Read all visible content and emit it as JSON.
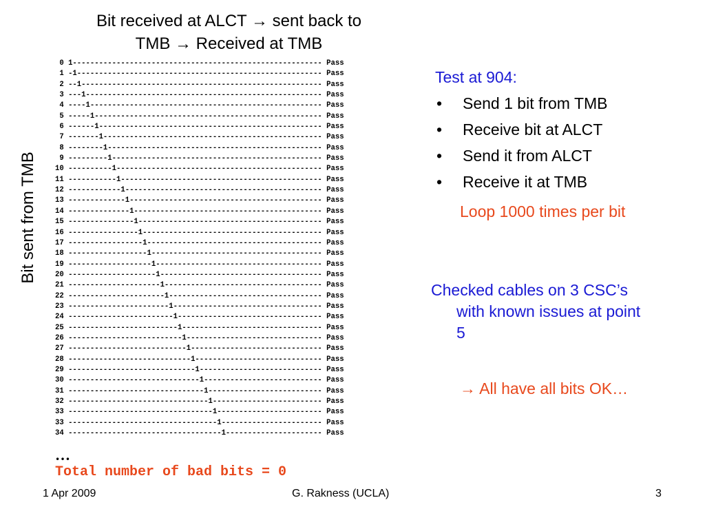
{
  "slide": {
    "title_line1": "Bit received at ALCT → sent back to",
    "title_line2": "TMB → Received at TMB",
    "vertical_label": "Bit sent from TMB",
    "bit_rows": [
      " 0 1--------------------------------------------------------- Pass",
      " 1 -1-------------------------------------------------------- Pass",
      " 2 --1------------------------------------------------------- Pass",
      " 3 ---1------------------------------------------------------ Pass",
      " 4 ----1----------------------------------------------------- Pass",
      " 5 -----1---------------------------------------------------- Pass",
      " 6 ------1--------------------------------------------------- Pass",
      " 7 -------1-------------------------------------------------- Pass",
      " 8 --------1------------------------------------------------- Pass",
      " 9 ---------1------------------------------------------------ Pass",
      "10 ----------1----------------------------------------------- Pass",
      "11 -----------1---------------------------------------------- Pass",
      "12 ------------1--------------------------------------------- Pass",
      "13 -------------1-------------------------------------------- Pass",
      "14 --------------1------------------------------------------- Pass",
      "15 ---------------1------------------------------------------ Pass",
      "16 ----------------1----------------------------------------- Pass",
      "17 -----------------1---------------------------------------- Pass",
      "18 ------------------1--------------------------------------- Pass",
      "19 -------------------1-------------------------------------- Pass",
      "20 --------------------1------------------------------------- Pass",
      "21 ---------------------1------------------------------------ Pass",
      "22 ----------------------1----------------------------------- Pass",
      "23 -----------------------1---------------------------------- Pass",
      "24 ------------------------1--------------------------------- Pass",
      "25 -------------------------1-------------------------------- Pass",
      "26 --------------------------1------------------------------- Pass",
      "27 ---------------------------1------------------------------ Pass",
      "28 ----------------------------1----------------------------- Pass",
      "29 -----------------------------1---------------------------- Pass",
      "30 ------------------------------1--------------------------- Pass",
      "31 -------------------------------1-------------------------- Pass",
      "32 --------------------------------1------------------------- Pass",
      "33 ---------------------------------1------------------------ Pass",
      "33 ----------------------------------1----------------------- Pass",
      "34 -----------------------------------1---------------------- Pass"
    ],
    "ellipsis": "…",
    "total_line": "Total number of bad bits = 0",
    "test_title": "Test at 904:",
    "bullet_glyph": "•",
    "test_steps": [
      "Send 1 bit from TMB",
      "Receive bit at ALCT",
      "Send it from ALCT",
      "Receive it at TMB"
    ],
    "loop_note": "Loop 1000 times per bit",
    "checked_line1": "Checked cables on 3 CSC’s",
    "checked_line2": "with known issues at point",
    "checked_line3": "5",
    "result": "→ All have all bits OK…",
    "colors": {
      "blue_text": "#1a1ad4",
      "orange_text": "#e8491d"
    }
  },
  "footer": {
    "date": "1 Apr 2009",
    "author": "G. Rakness (UCLA)",
    "page": "3"
  }
}
